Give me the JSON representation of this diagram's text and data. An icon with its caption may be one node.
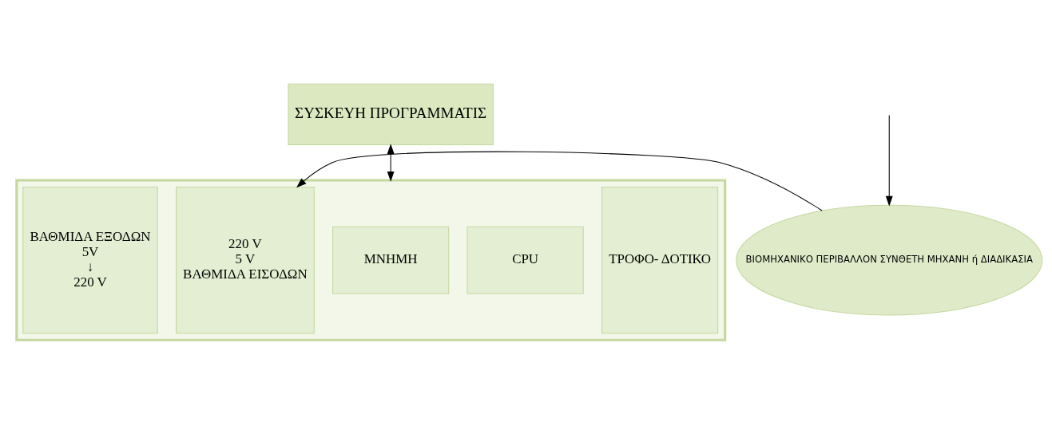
{
  "diagram": {
    "nodes": [
      {
        "text": [
          "ΣΥΣΚΕΥΗ ΠΡΟΓΡΑΜΜΑΤΙΣ"
        ]
      },
      {
        "text": [],
        "shape": "box"
      },
      {
        "text": [
          "ΤΡΟΦΟ- ΔΟΤΙΚΟ"
        ],
        "in": 1
      },
      {
        "text": [
          "CPU"
        ],
        "in": 1
      },
      {
        "text": [
          "ΜΝΗΜΗ"
        ],
        "in": 1
      },
      {
        "text": [
          "220 V",
          "5 V",
          "ΒΑΘΜΙΔΑ ΕΙΣΟΔΩΝ"
        ],
        "in": 1
      },
      {
        "text": [
          "ΒΑΘΜΙΔΑ ΕΞΟΔΩΝ",
          "5V",
          "↓",
          "220 V"
        ],
        "in": 1
      },
      {
        "text": [
          "ΒΙΟΜΗΧΑΝΙΚΟ ΠΕΡΙΒΑΛΛΟΝ ΣΥΝΘΕΤΗ ΜΗΧΑΝΗ ή ΔΙΑΔΙΚΑΣΙΑ"
        ]
      }
    ],
    "edges": [
      {
        "from": 0,
        "to": 1,
        "arrow": "both"
      },
      {
        "from": 7,
        "to": 5,
        "arrow": "to"
      },
      {
        "from": null,
        "to": 7,
        "arrow": "to"
      }
    ]
  }
}
